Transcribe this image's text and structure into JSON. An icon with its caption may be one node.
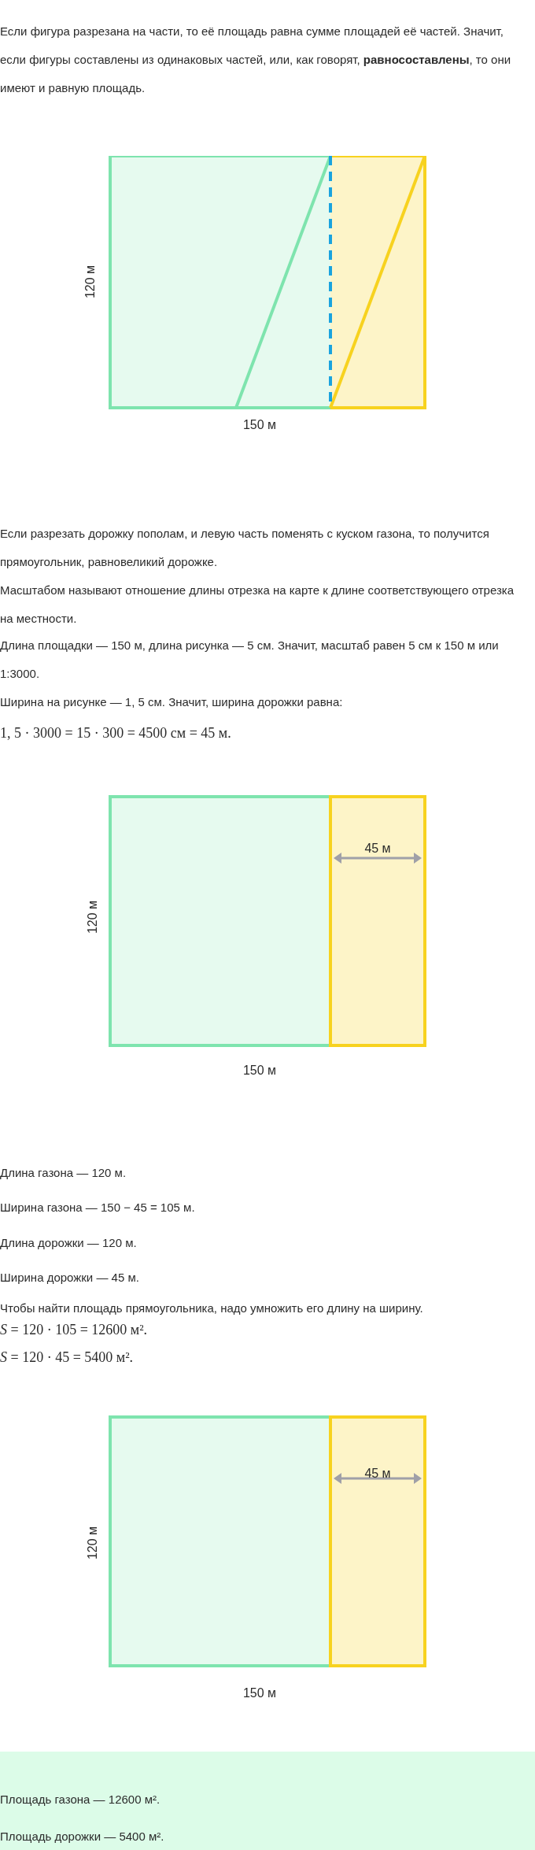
{
  "diagram": {
    "labels": [
      "Если фигура разрезана на части, то её площадь равна сумме площадей её частей. Значит, если фигуры составлены из одинаковых частей, или, как говорят, **равносоставлены**, то они имеют и равную площадь.",
      "120 м",
      "150 м",
      "Если разрезать дорожку пополам, и левую часть поменять с куском газона, то получится прямоугольник, равновеликий дорожке.",
      "Масштабом называют отношение длины отрезка на карте к длине соответствующего отрезка на местности.",
      "Длина площадки — 150 м, длина рисунка — 5 см. Значит, масштаб равен 5 см к 150 м или 1:3000.",
      "Ширина на рисунке — 1, 5 см. Значит, ширина дорожки равна:",
      "1, 5 · 3000 = 15 · 300 = 4500 см = 45 м.",
      "45 м",
      "120 м",
      "150 м",
      "Длина газона — 120 м.",
      "Ширина газона — 150 − 45 = 105 м.",
      "Длина дорожки — 120 м.",
      "Ширина дорожки — 45 м.",
      "Чтобы найти площадь прямоугольника, надо умножить его длину на ширину.",
      "*S* = 120 · 105 = 12600 м².",
      "*S* = 120 · 45 = 5400 м².",
      "45 м",
      "120 м",
      "150 м",
      "Площадь газона — 12600 м².",
      "Площадь дорожки — 5400 м²."
    ]
  }
}
